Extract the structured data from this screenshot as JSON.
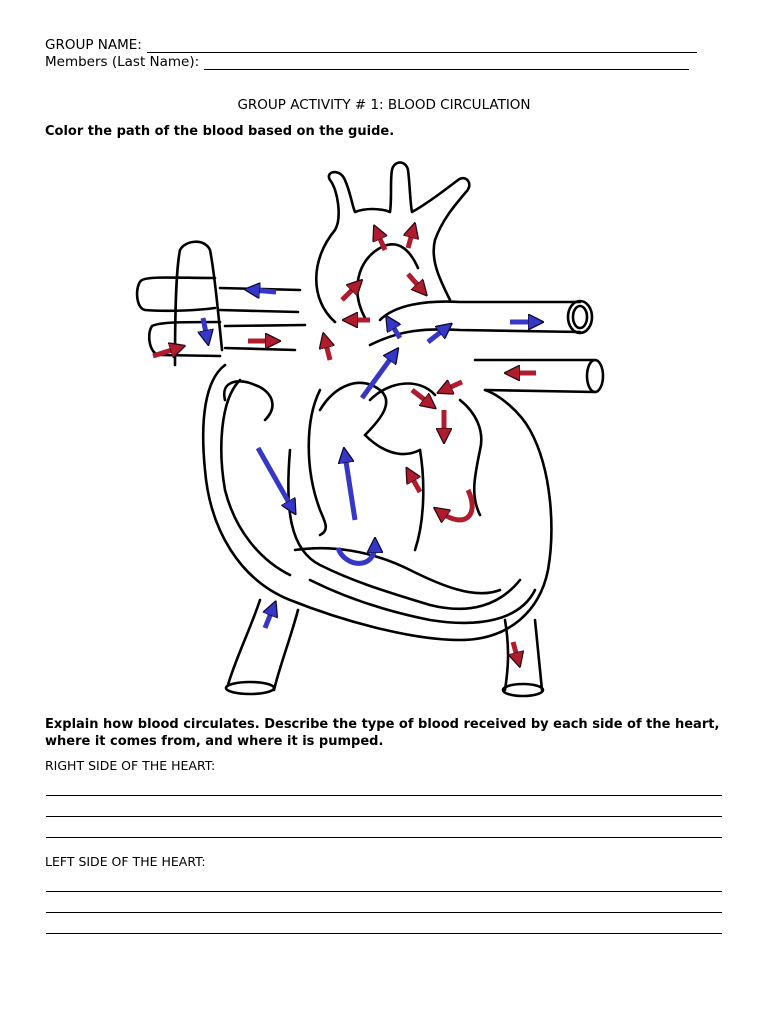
{
  "header": {
    "group_name_label": "GROUP NAME:",
    "members_label": "Members (Last Name):"
  },
  "title": "GROUP ACTIVITY # 1: BLOOD CIRCULATION",
  "instruction": "Color the path of the blood based on the guide.",
  "diagram": {
    "oxygenated_color": "#b01c2e",
    "deoxygenated_color": "#3636c8"
  },
  "question": {
    "line1": "Explain how blood circulates. Describe the type of blood received by each side of the heart,",
    "line2": "where it comes from, and where it is pumped."
  },
  "right_side_label": "RIGHT SIDE OF THE HEART:",
  "left_side_label": "LEFT SIDE OF THE HEART:"
}
